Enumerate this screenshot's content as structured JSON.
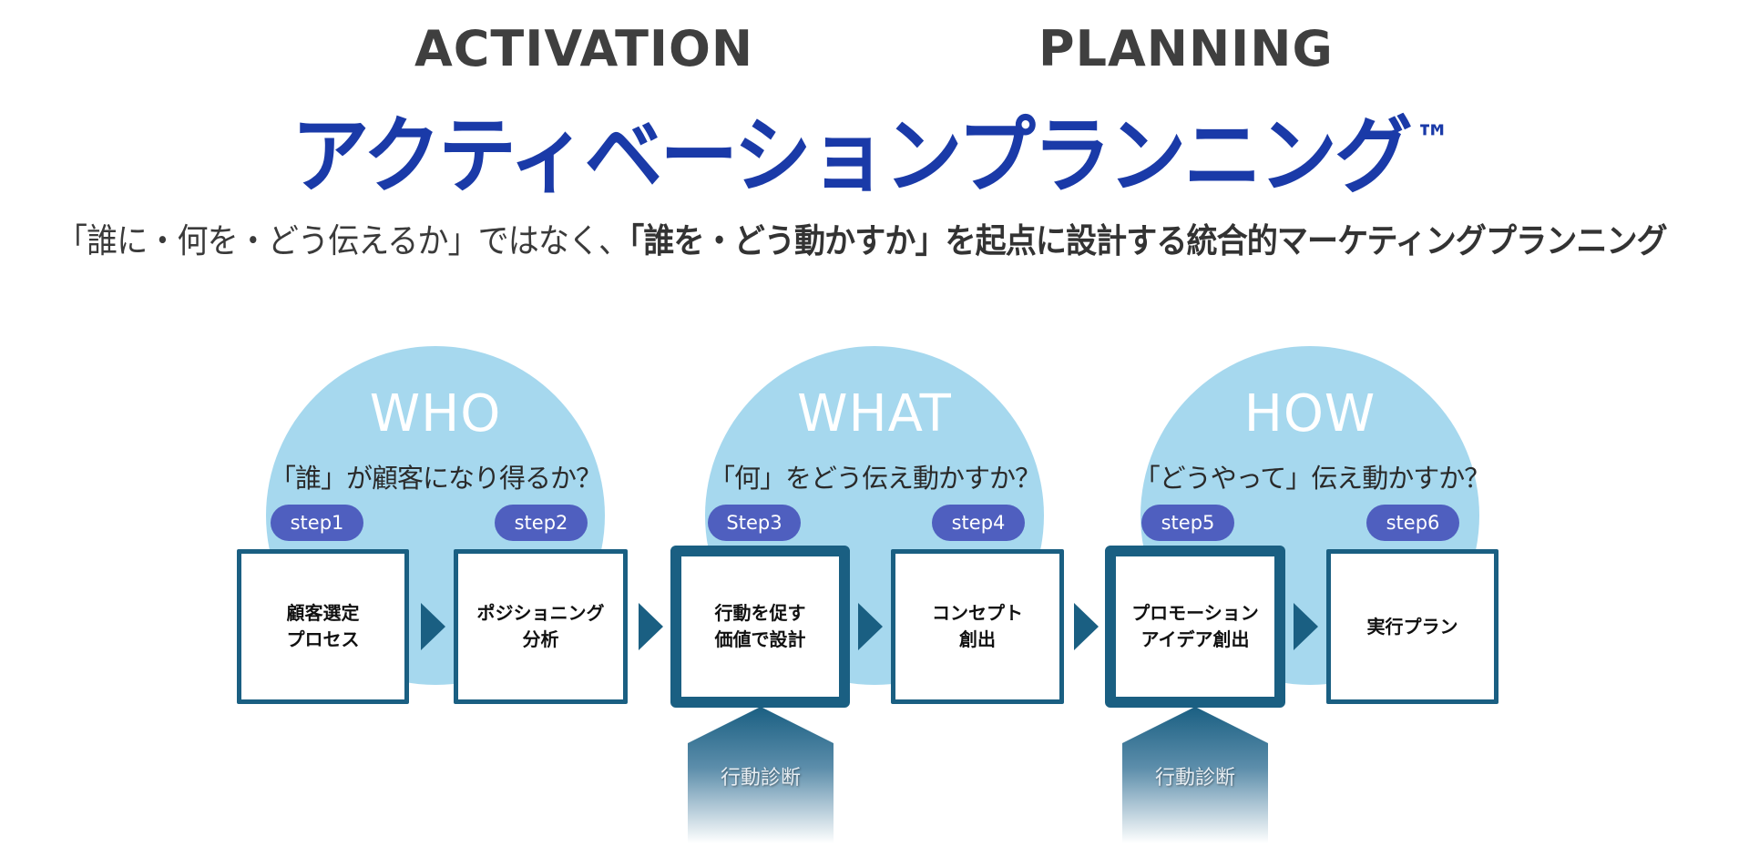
{
  "header": {
    "en_left": "ACTIVATION",
    "en_right": "PLANNING",
    "jp_title": "アクティベーションプランニング",
    "trademark": "™"
  },
  "subtitle": {
    "part1": "「誰に・何を・どう伝えるか」ではなく、",
    "part2_bold": "「誰を・どう動かすか」",
    "part3": "を起点に設計する統合的マーケティングプランニング"
  },
  "phases": [
    {
      "title": "WHO",
      "question": "「誰」が顧客になり得るか？"
    },
    {
      "title": "WHAT",
      "question": "「何」をどう伝え動かすか？"
    },
    {
      "title": "HOW",
      "question": "「どうやって」伝え動かすか？"
    }
  ],
  "steps": [
    {
      "badge": "step1",
      "label": "顧客選定\nプロセス",
      "highlighted": false
    },
    {
      "badge": "step2",
      "label": "ポジショニング\n分析",
      "highlighted": false
    },
    {
      "badge": "Step3",
      "label": "行動を促す\n価値で設計",
      "highlighted": true
    },
    {
      "badge": "step4",
      "label": "コンセプト\n創出",
      "highlighted": false
    },
    {
      "badge": "step5",
      "label": "プロモーション\nアイデア創出",
      "highlighted": true
    },
    {
      "badge": "step6",
      "label": "実行プラン",
      "highlighted": false
    }
  ],
  "diagnosis": [
    {
      "label": "行動診断",
      "points_to": "Step3"
    },
    {
      "label": "行動診断",
      "points_to": "step5"
    }
  ],
  "colors": {
    "title_blue": "#1a3aa8",
    "circle_fill": "#a6d8ee",
    "badge_fill": "#4f5fbf",
    "box_border": "#1a5f82",
    "text_dark": "#3f3f3f"
  }
}
